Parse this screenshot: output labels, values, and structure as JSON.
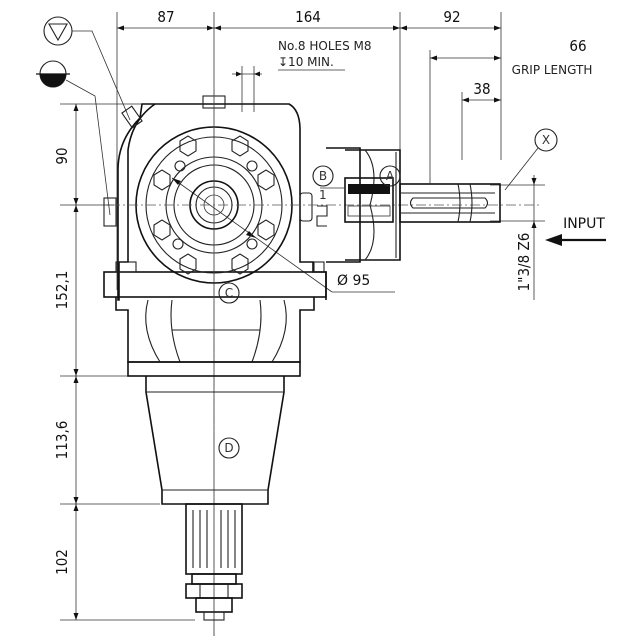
{
  "dimensions": {
    "top_87": "87",
    "top_164": "164",
    "top_92": "92",
    "grip_66": "66",
    "grip_label": "GRIP LENGTH",
    "d_38": "38",
    "left_90": "90",
    "left_152": "152,1",
    "left_113": "113,6",
    "left_102": "102",
    "spline": "1\"3/8 Z6",
    "diameter": "Ø 95"
  },
  "notes": {
    "holes_line1": "No.8 HOLES M8",
    "holes_line2": "↧10 MIN."
  },
  "labels": {
    "A": "A",
    "B": "B",
    "C": "C",
    "D": "D",
    "X": "X",
    "input": "INPUT",
    "sp": "1"
  }
}
